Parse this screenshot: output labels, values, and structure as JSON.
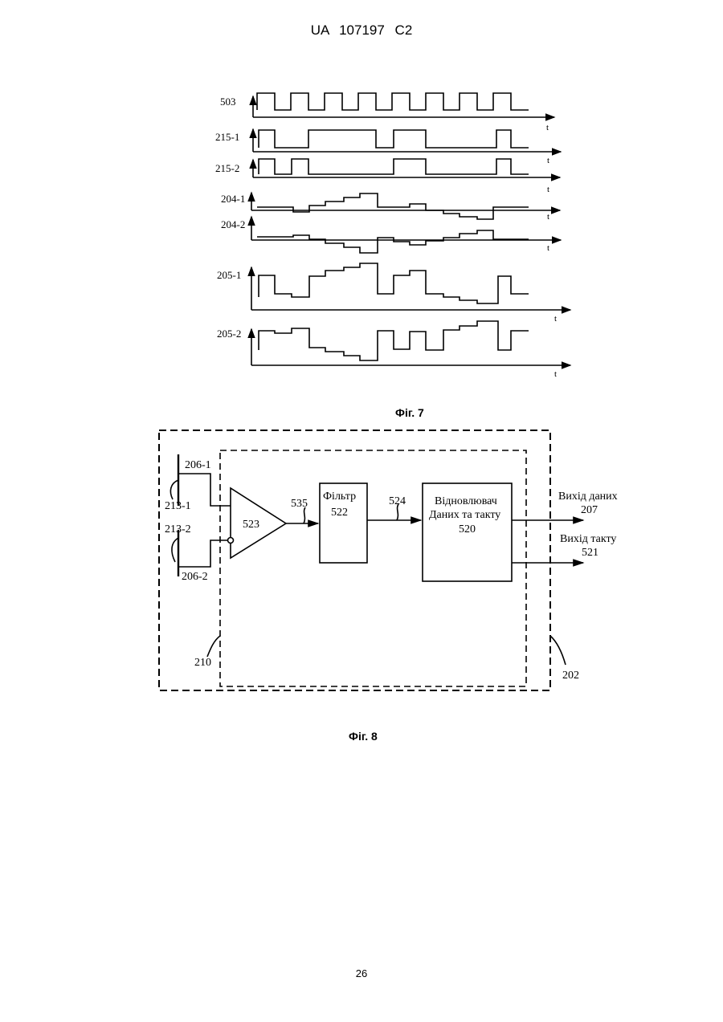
{
  "header": {
    "title": "UA   107197   C2"
  },
  "fig7": {
    "caption": "Фіг. 7",
    "time_label": "t",
    "signals": [
      {
        "label": "503"
      },
      {
        "label": "215-1"
      },
      {
        "label": "215-2"
      },
      {
        "label": "204-1"
      },
      {
        "label": "204-2"
      },
      {
        "label": "205-1"
      },
      {
        "label": "205-2"
      }
    ]
  },
  "fig8": {
    "caption": "Фіг. 8",
    "labels": {
      "in_top": "206-1",
      "in_bottom": "206-2",
      "bus_top": "213-1",
      "bus_bottom": "213-2",
      "amp": "523",
      "amp_out": "535",
      "filter_name": "Фільтр",
      "filter_num": "522",
      "filter_out": "524",
      "recovery_line1": "Відновлювач",
      "recovery_line2": "Даних та такту",
      "recovery_num": "520",
      "data_out_label": "Вихід даних",
      "data_out_num": "207",
      "clock_out_label": "Вихід такту",
      "clock_out_num": "521",
      "inner_block": "210",
      "outer_block": "202"
    }
  },
  "page_number": "26"
}
